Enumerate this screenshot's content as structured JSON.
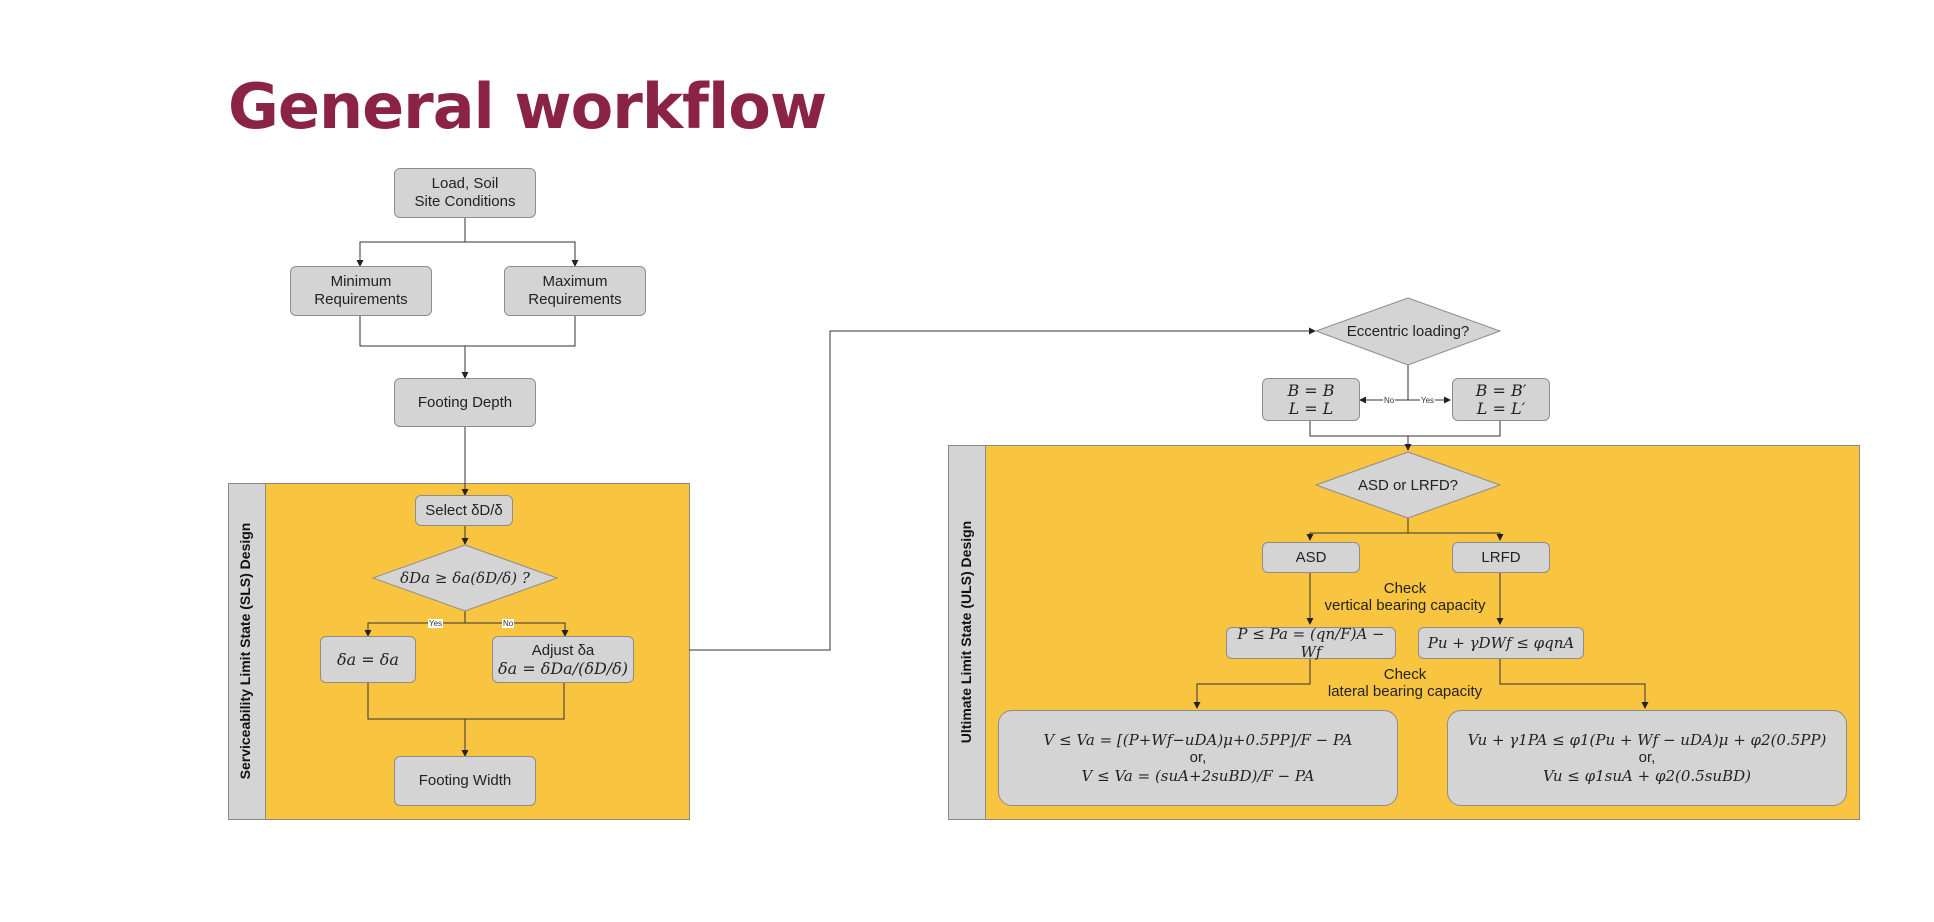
{
  "slide": {
    "title": "General workflow"
  },
  "panels": {
    "sls": {
      "label": "Serviceability Limit State (SLS) Design"
    },
    "uls": {
      "label": "Ultimate Limit State (ULS) Design"
    }
  },
  "nodes": {
    "load": [
      "Load, Soil",
      "Site Conditions"
    ],
    "min_req": [
      "Minimum",
      "Requirements"
    ],
    "max_req": [
      "Maximum",
      "Requirements"
    ],
    "footing_depth": "Footing Depth",
    "select_delta": "Select δD/δ",
    "delta_check": "δDa ≥ δa(δD/δ) ?",
    "delta_equal": "δa = δa",
    "adjust_title": "Adjust δa",
    "adjust_formula": "δa = δDa/(δD/δ)",
    "footing_width": "Footing Width",
    "eccentric": "Eccentric loading?",
    "no_ecc": [
      "B = B",
      "L = L"
    ],
    "ecc": [
      "B = B′",
      "L = L′"
    ],
    "asd_or_lrfd": "ASD or LRFD?",
    "asd": "ASD",
    "lrfd": "LRFD",
    "asd_vertical": "P ≤ Pa = (qn/F)A − Wf",
    "lrfd_vertical": "Pu + γDWf ≤ φqnA",
    "asd_lateral": [
      "V ≤ Va = [(P+Wf−uDA)μ+0.5PP]/F − PA",
      "or,",
      "V ≤ Va = (suA+2suBD)/F − PA"
    ],
    "lrfd_lateral": [
      "Vu + γ1PA ≤ φ1(Pu + Wf − uDA)μ + φ2(0.5PP)",
      "or,",
      "Vu ≤ φ1suA + φ2(0.5suBD)"
    ]
  },
  "notes": {
    "vertical": [
      "Check",
      "vertical bearing capacity"
    ],
    "lateral": [
      "Check",
      "lateral bearing capacity"
    ]
  },
  "edge_labels": {
    "yes": "Yes",
    "no": "No"
  },
  "colors": {
    "title": "#8b2346",
    "panel": "#f9c440",
    "node": "#d4d4d4",
    "side": "#d4d4d4"
  }
}
